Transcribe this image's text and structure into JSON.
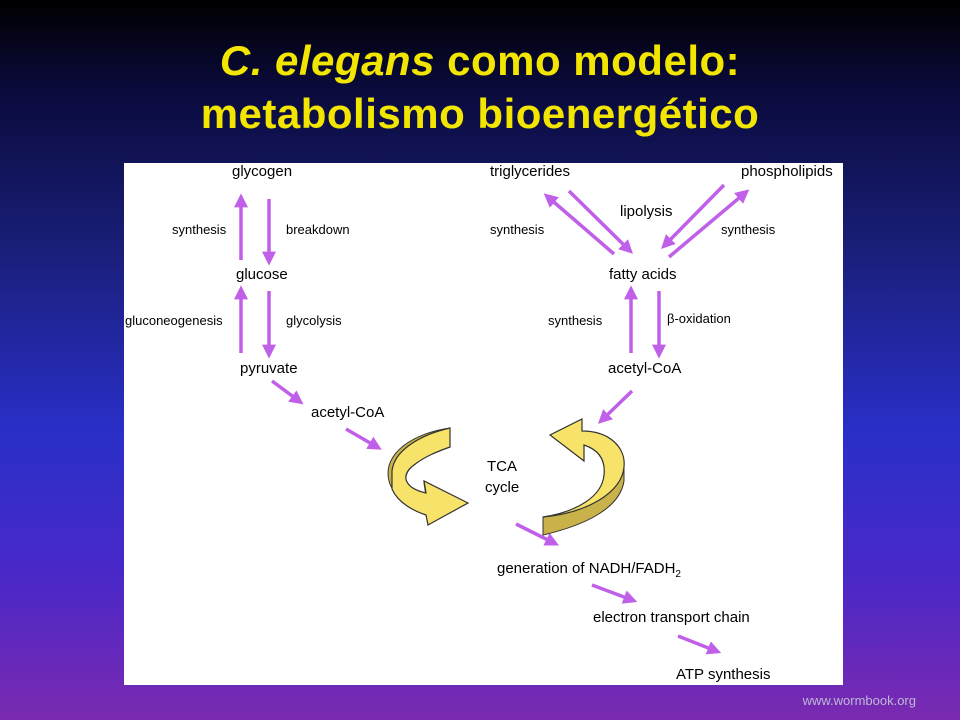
{
  "slide": {
    "title_italic": "C. elegans",
    "title_rest": " como modelo:",
    "title_line2": "metabolismo bioenergético"
  },
  "diagram": {
    "nodes": {
      "glycogen": "glycogen",
      "glucose": "glucose",
      "pyruvate": "pyruvate",
      "acetyl_coa_left": "acetyl-CoA",
      "triglycerides": "triglycerides",
      "phospholipids": "phospholipids",
      "fatty_acids": "fatty acids",
      "acetyl_coa_right": "acetyl-CoA",
      "tca_line1": "TCA",
      "tca_line2": "cycle",
      "nadh_text": "generation of NADH/FADH",
      "nadh_sub": "2",
      "etc": "electron transport chain",
      "atp": "ATP synthesis"
    },
    "processes": {
      "glycogen_synthesis": "synthesis",
      "glycogen_breakdown": "breakdown",
      "gluconeogenesis": "gluconeogenesis",
      "glycolysis": "glycolysis",
      "tg_synthesis": "synthesis",
      "lipolysis": "lipolysis",
      "pl_synthesis": "synthesis",
      "fa_synthesis": "synthesis",
      "beta_oxidation": "β-oxidation"
    },
    "colors": {
      "arrow": "#c060e8",
      "cycle_fill": "#f7e36a",
      "cycle_shade": "#c9b24a"
    }
  },
  "footer": {
    "source": "www.wormbook.org"
  }
}
